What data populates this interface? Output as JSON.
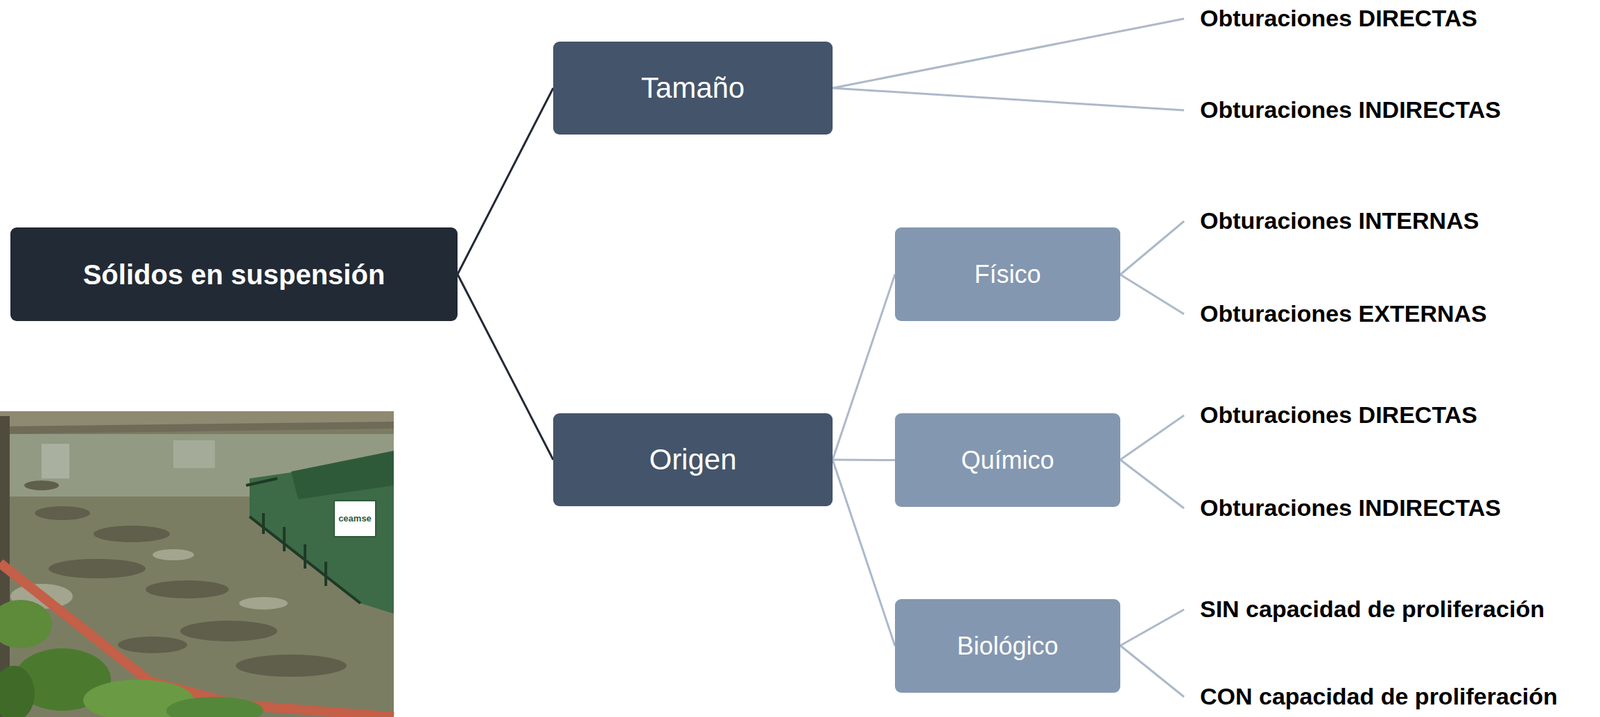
{
  "diagram": {
    "nodes": [
      {
        "text": [
          "Sólidos en suspensión"
        ]
      },
      {
        "text": [
          "Tamaño"
        ]
      },
      {
        "text": [
          "Origen"
        ]
      },
      {
        "text": [
          "Físico"
        ]
      },
      {
        "text": [
          "Químico"
        ]
      },
      {
        "text": [
          "Biológico"
        ]
      }
    ],
    "edges": [
      {
        "from": 0,
        "to": 1,
        "arrow": "none"
      },
      {
        "from": 0,
        "to": 2,
        "arrow": "none"
      },
      {
        "from": 2,
        "to": 3,
        "arrow": "none"
      },
      {
        "from": 2,
        "to": 4,
        "arrow": "none"
      },
      {
        "from": 2,
        "to": 5,
        "arrow": "none"
      }
    ],
    "labels": [
      "Obturaciones DIRECTAS",
      "Obturaciones INDIRECTAS",
      "Obturaciones INTERNAS",
      "Obturaciones EXTERNAS",
      "Obturaciones DIRECTAS",
      "Obturaciones INDIRECTAS",
      "SIN capacidad de proliferación",
      "CON capacidad de proliferación",
      "ceamse"
    ]
  }
}
